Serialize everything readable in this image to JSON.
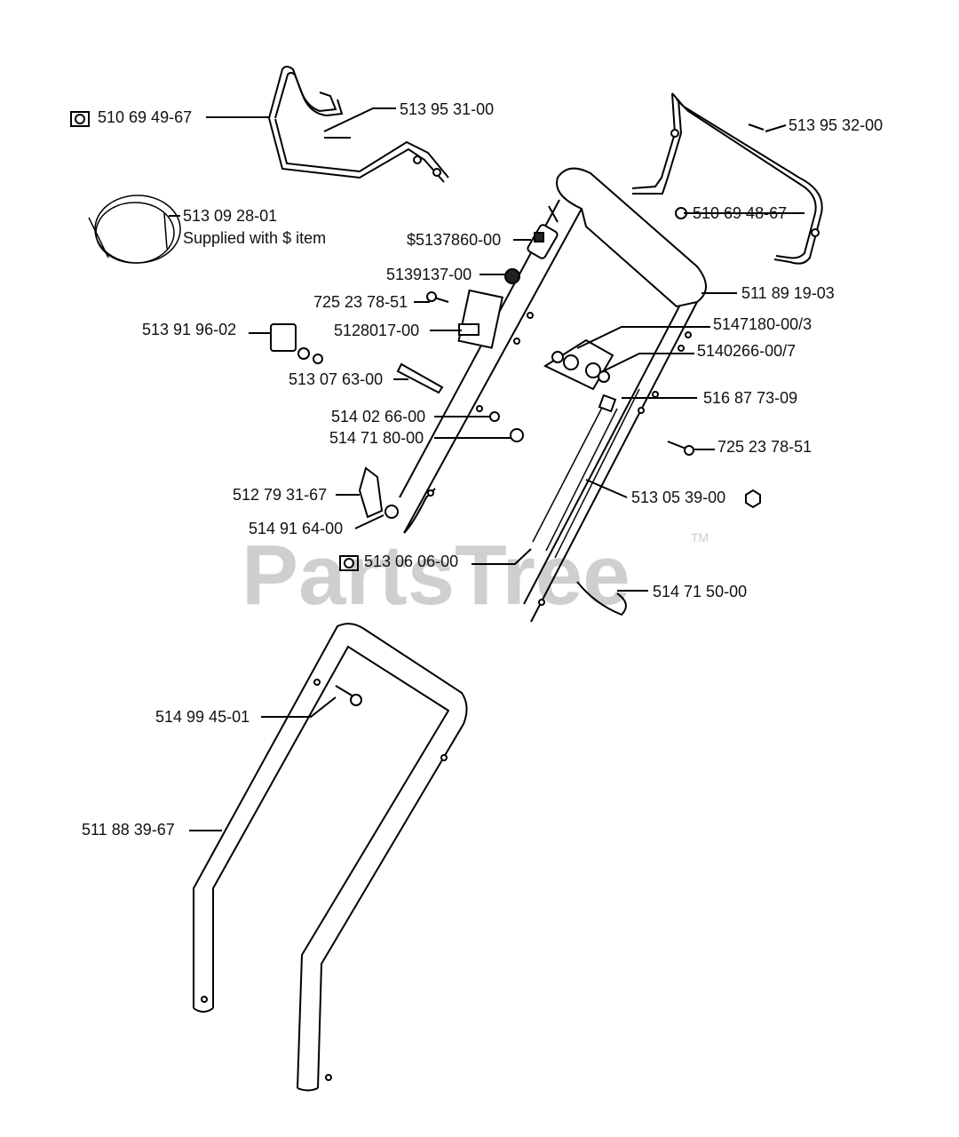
{
  "watermark": {
    "text": "PartsTree",
    "trademark": "TM"
  },
  "labels": {
    "p1": "510 69 49-67",
    "p2": "513 95 31-00",
    "p3": "513 95 32-00",
    "p4": "510 69 48-67",
    "p5": "513 09 28-01",
    "p5_note": "Supplied with $ item",
    "p6": "$5137860-00",
    "p7": "5139137-00",
    "p8": "725 23 78-51",
    "p9": "511 89 19-03",
    "p10": "5128017-00",
    "p11": "5147180-00/3",
    "p12": "513 91 96-02",
    "p13": "5140266-00/7",
    "p14": "513 07 63-00",
    "p15": "516 87 73-09",
    "p16": "514 02 66-00",
    "p17": "514 71 80-00",
    "p18": "725 23 78-51",
    "p19": "512 79 31-67",
    "p20": "513 05 39-00",
    "p21": "514 91 64-00",
    "p22": "513 06 06-00",
    "p23": "514 71 50-00",
    "p24": "514 99 45-01",
    "p25": "511 88 39-67"
  }
}
